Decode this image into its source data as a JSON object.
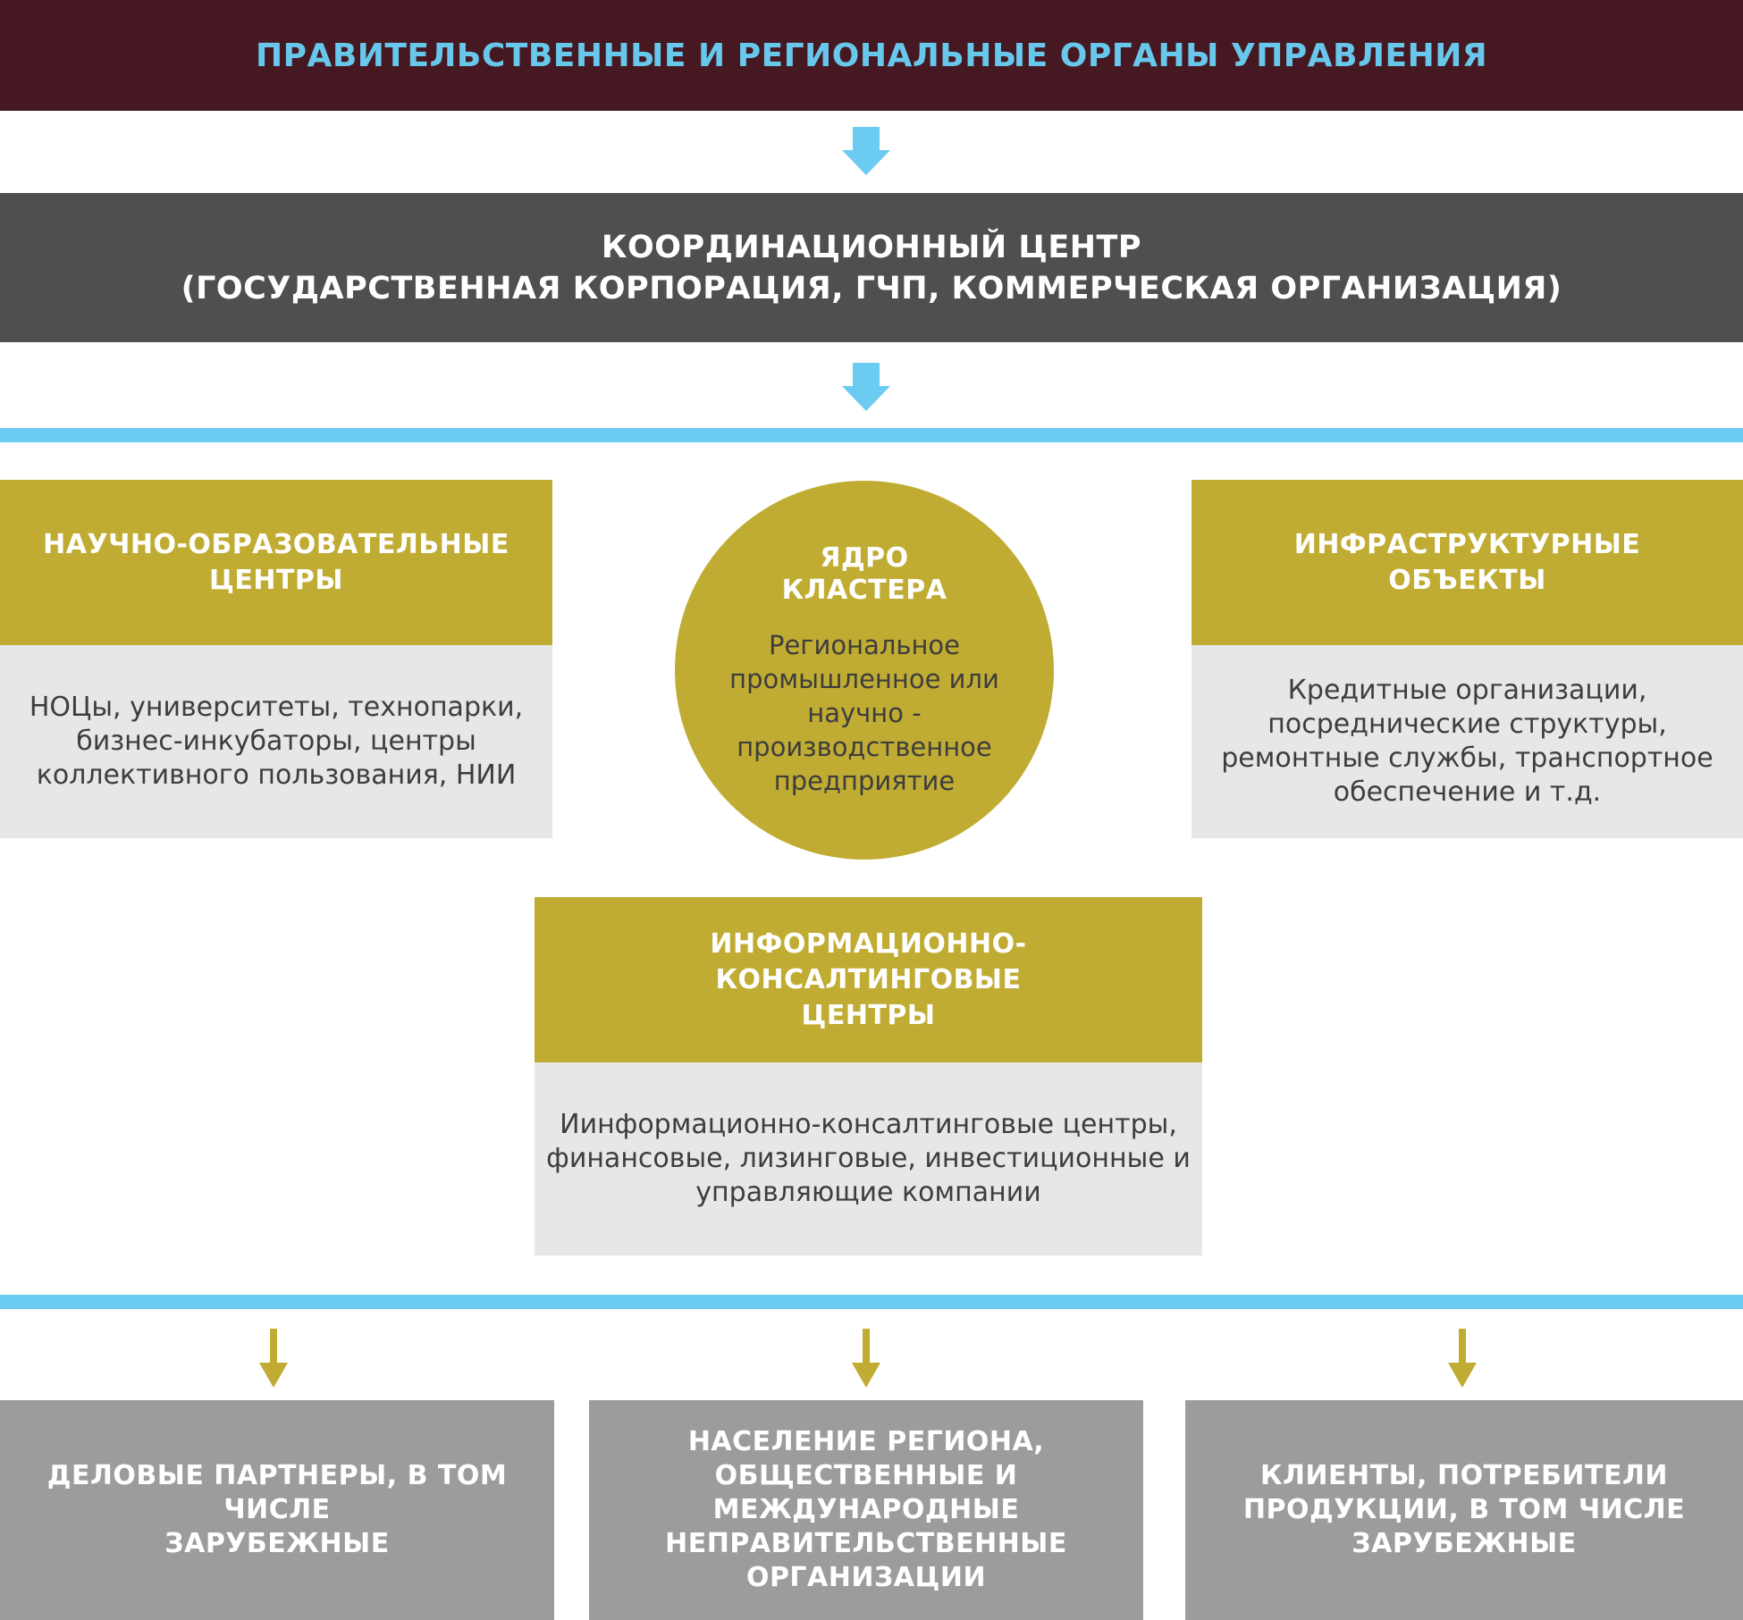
{
  "top": {
    "title": "ПРАВИТЕЛЬСТВЕННЫЕ И РЕГИОНАЛЬНЫЕ ОРГАНЫ УПРАВЛЕНИЯ"
  },
  "coord": {
    "line1": "КООРДИНАЦИОННЫЙ ЦЕНТР",
    "line2": "(ГОСУДАРСТВЕННАЯ КОРПОРАЦИЯ, ГЧП, КОММЕРЧЕСКАЯ ОРГАНИЗАЦИЯ)"
  },
  "science": {
    "title_line1": "НАУЧНО-ОБРАЗОВАТЕЛЬНЫЕ",
    "title_line2": "ЦЕНТРЫ",
    "desc_line1": "НОЦы, университеты, технопарки,",
    "desc_line2": "бизнес-инкубаторы, центры",
    "desc_line3": "коллективного пользования, НИИ"
  },
  "core": {
    "title_line1": "ЯДРО",
    "title_line2": "КЛАСТЕРА",
    "desc_line1": "Региональное",
    "desc_line2": "промышленное или",
    "desc_line3": "научно -",
    "desc_line4": "производственное",
    "desc_line5": "предприятие"
  },
  "infra": {
    "title": "ИНФРАСТРУКТУРНЫЕ ОБЪЕКТЫ",
    "desc_line1": "Кредитные организации,",
    "desc_line2": "посреднические структуры,",
    "desc_line3": "ремонтные службы, транспортное",
    "desc_line4": "обеспечение и т.д."
  },
  "consult": {
    "title_line1": "ИНФОРМАЦИОННО-КОНСАЛТИНГОВЫЕ",
    "title_line2": "ЦЕНТРЫ",
    "desc_line1": "Иинформационно-консалтинговые центры,",
    "desc_line2": "финансовые, лизинговые, инвестиционные и",
    "desc_line3": "управляющие компании"
  },
  "outputs": [
    {
      "line1": "ДЕЛОВЫЕ ПАРТНЕРЫ, В ТОМ ЧИСЛЕ",
      "line2": "ЗАРУБЕЖНЫЕ"
    },
    {
      "line1": "НАСЕЛЕНИЕ РЕГИОНА,",
      "line2": "ОБЩЕСТВЕННЫЕ И МЕЖДУНАРОДНЫЕ",
      "line3": "НЕПРАВИТЕЛЬСТВЕННЫЕ",
      "line4": "ОРГАНИЗАЦИИ"
    },
    {
      "line1": "КЛИЕНТЫ, ПОТРЕБИТЕЛИ",
      "line2": "ПРОДУКЦИИ, В ТОМ ЧИСЛЕ",
      "line3": "ЗАРУБЕЖНЫЕ"
    }
  ],
  "colors": {
    "top_bar": "#461822",
    "top_text": "#67c8ec",
    "coord_bar": "#4e4f4e",
    "accent_line": "#6ccbf0",
    "gold": "#c0ac33",
    "light_grey": "#e6e7e8",
    "output_grey": "#9c9c9b"
  }
}
